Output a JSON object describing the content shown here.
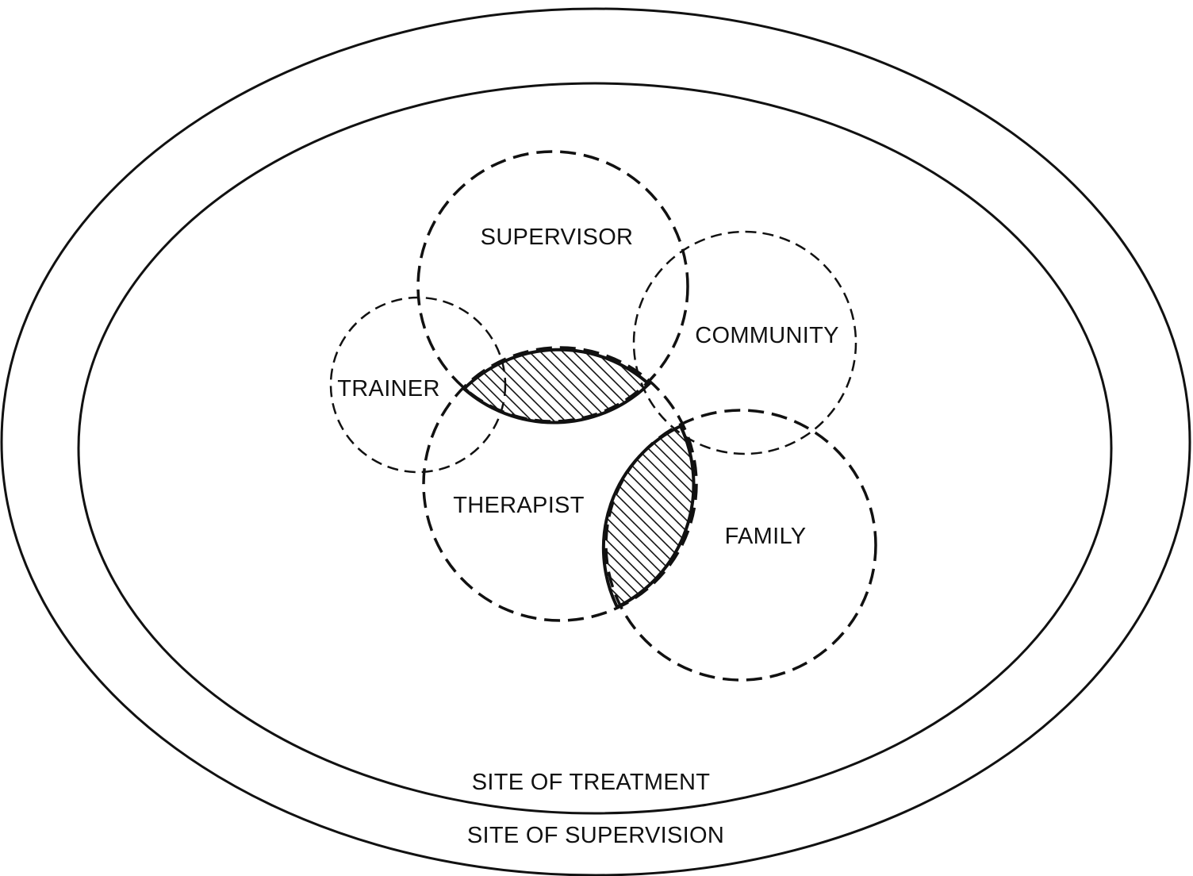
{
  "diagram": {
    "labels": {
      "supervisor": "SUPERVISOR",
      "community": "COMMUNITY",
      "trainer": "TRAINER",
      "therapist": "THERAPIST",
      "family": "FAMILY",
      "site_of_treatment": "SITE OF TREATMENT",
      "site_of_supervision": "SITE OF SUPERVISION"
    },
    "colors": {
      "line": "#111111",
      "background": "#ffffff"
    }
  }
}
